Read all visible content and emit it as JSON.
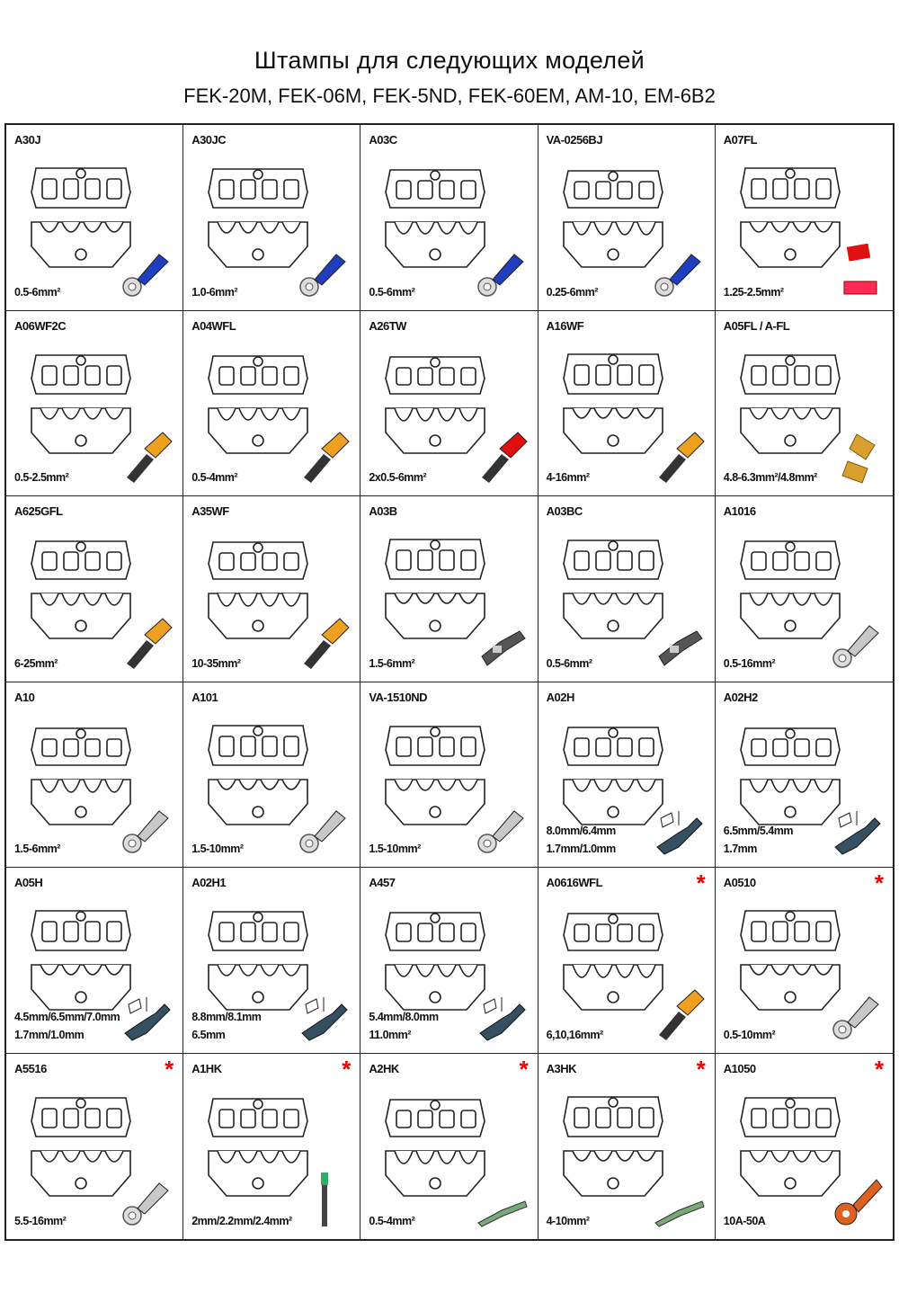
{
  "header": {
    "title": "Штампы для следующих моделей",
    "subtitle": "FEK-20M, FEK-06M, FEK-5ND, FEK-60EM, AM-10, EM-6B2"
  },
  "colors": {
    "star": "#ee0000",
    "blue": "#1f3fbf",
    "orange": "#f0a020",
    "red": "#e01010",
    "brass": "#d9a030",
    "bare": "#c8c8c8",
    "dark": "#355060"
  },
  "cells": [
    {
      "model": "A30J",
      "spec": [
        "0.5-6mm²"
      ],
      "star": false,
      "terminal": "ring-blue"
    },
    {
      "model": "A30JC",
      "spec": [
        "1.0-6mm²"
      ],
      "star": false,
      "terminal": "ring-blue"
    },
    {
      "model": "A03C",
      "spec": [
        "0.5-6mm²"
      ],
      "star": false,
      "terminal": "ring-blue"
    },
    {
      "model": "VA-0256BJ",
      "spec": [
        "0.25-6mm²"
      ],
      "star": false,
      "terminal": "ring-blue"
    },
    {
      "model": "A07FL",
      "spec": [
        "1.25-2.5mm²"
      ],
      "star": false,
      "terminal": "spade-red"
    },
    {
      "model": "A06WF2C",
      "spec": [
        "0.5-2.5mm²"
      ],
      "star": false,
      "terminal": "ferrule-orange"
    },
    {
      "model": "A04WFL",
      "spec": [
        "0.5-4mm²"
      ],
      "star": false,
      "terminal": "ferrule-orange"
    },
    {
      "model": "A26TW",
      "spec": [
        "2x0.5-6mm²"
      ],
      "star": false,
      "terminal": "ferrule-red"
    },
    {
      "model": "A16WF",
      "spec": [
        "4-16mm²"
      ],
      "star": false,
      "terminal": "ferrule-orange"
    },
    {
      "model": "A05FL / A-FL",
      "spec": [
        "4.8-6.3mm²/4.8mm²"
      ],
      "star": false,
      "terminal": "spade-brass"
    },
    {
      "model": "A625GFL",
      "spec": [
        "6-25mm²"
      ],
      "star": false,
      "terminal": "ferrule-orange"
    },
    {
      "model": "A35WF",
      "spec": [
        "10-35mm²"
      ],
      "star": false,
      "terminal": "ferrule-orange"
    },
    {
      "model": "A03B",
      "spec": [
        "1.5-6mm²"
      ],
      "star": false,
      "terminal": "open-barrel"
    },
    {
      "model": "A03BC",
      "spec": [
        "0.5-6mm²"
      ],
      "star": false,
      "terminal": "open-barrel"
    },
    {
      "model": "A1016",
      "spec": [
        "0.5-16mm²"
      ],
      "star": false,
      "terminal": "ring-bare"
    },
    {
      "model": "A10",
      "spec": [
        "1.5-6mm²"
      ],
      "star": false,
      "terminal": "ring-bare"
    },
    {
      "model": "A101",
      "spec": [
        "1.5-10mm²"
      ],
      "star": false,
      "terminal": "ring-bare"
    },
    {
      "model": "VA-1510ND",
      "spec": [
        "1.5-10mm²"
      ],
      "star": false,
      "terminal": "ring-bare"
    },
    {
      "model": "A02H",
      "spec": [
        "8.0mm/6.4mm",
        "1.7mm/1.0mm"
      ],
      "star": false,
      "terminal": "bnc"
    },
    {
      "model": "A02H2",
      "spec": [
        "6.5mm/5.4mm",
        "1.7mm"
      ],
      "star": false,
      "terminal": "bnc"
    },
    {
      "model": "A05H",
      "spec": [
        "4.5mm/6.5mm/7.0mm",
        "1.7mm/1.0mm"
      ],
      "star": false,
      "terminal": "bnc"
    },
    {
      "model": "A02H1",
      "spec": [
        "8.8mm/8.1mm",
        "6.5mm"
      ],
      "star": false,
      "terminal": "bnc"
    },
    {
      "model": "A457",
      "spec": [
        "5.4mm/8.0mm",
        "11.0mm²"
      ],
      "star": false,
      "terminal": "bnc"
    },
    {
      "model": "A0616WFL",
      "spec": [
        "6,10,16mm²"
      ],
      "star": true,
      "terminal": "ferrule-orange"
    },
    {
      "model": "A0510",
      "spec": [
        "0.5-10mm²"
      ],
      "star": true,
      "terminal": "ring-bare"
    },
    {
      "model": "A5516",
      "spec": [
        "5.5-16mm²"
      ],
      "star": true,
      "terminal": "ring-bare"
    },
    {
      "model": "A1HK",
      "spec": [
        "2mm/2.2mm/2.4mm²"
      ],
      "star": true,
      "terminal": "pin-long"
    },
    {
      "model": "A2HK",
      "spec": [
        "0.5-4mm²"
      ],
      "star": true,
      "terminal": "pin"
    },
    {
      "model": "A3HK",
      "spec": [
        "4-10mm²"
      ],
      "star": true,
      "terminal": "pin"
    },
    {
      "model": "A1050",
      "spec": [
        "10A-50A"
      ],
      "star": true,
      "terminal": "lug-copper"
    }
  ],
  "star_symbol": "*"
}
